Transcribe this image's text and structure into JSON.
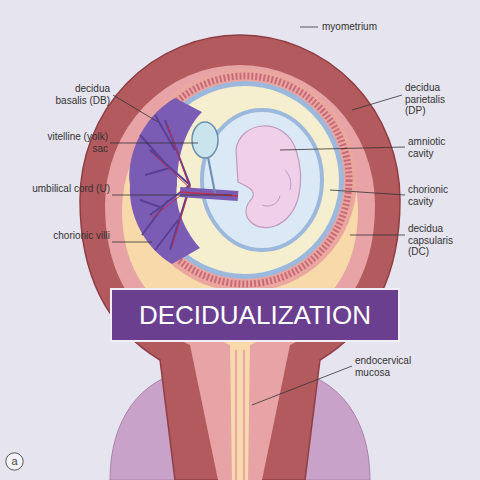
{
  "diagram": {
    "title": "DECIDUALIZATION",
    "nodes": [
      {
        "text": [
          "a"
        ]
      }
    ],
    "labels": [
      "myometrium",
      "decidua basalis (DB)",
      "decidua parietalis (DP)",
      "vitelline (yolk) sac",
      "amniotic cavity",
      "umbilical cord (U)",
      "chorionic cavity",
      "decidua capsularis (DC)",
      "chorionic villi",
      "endocervical mucosa"
    ]
  }
}
